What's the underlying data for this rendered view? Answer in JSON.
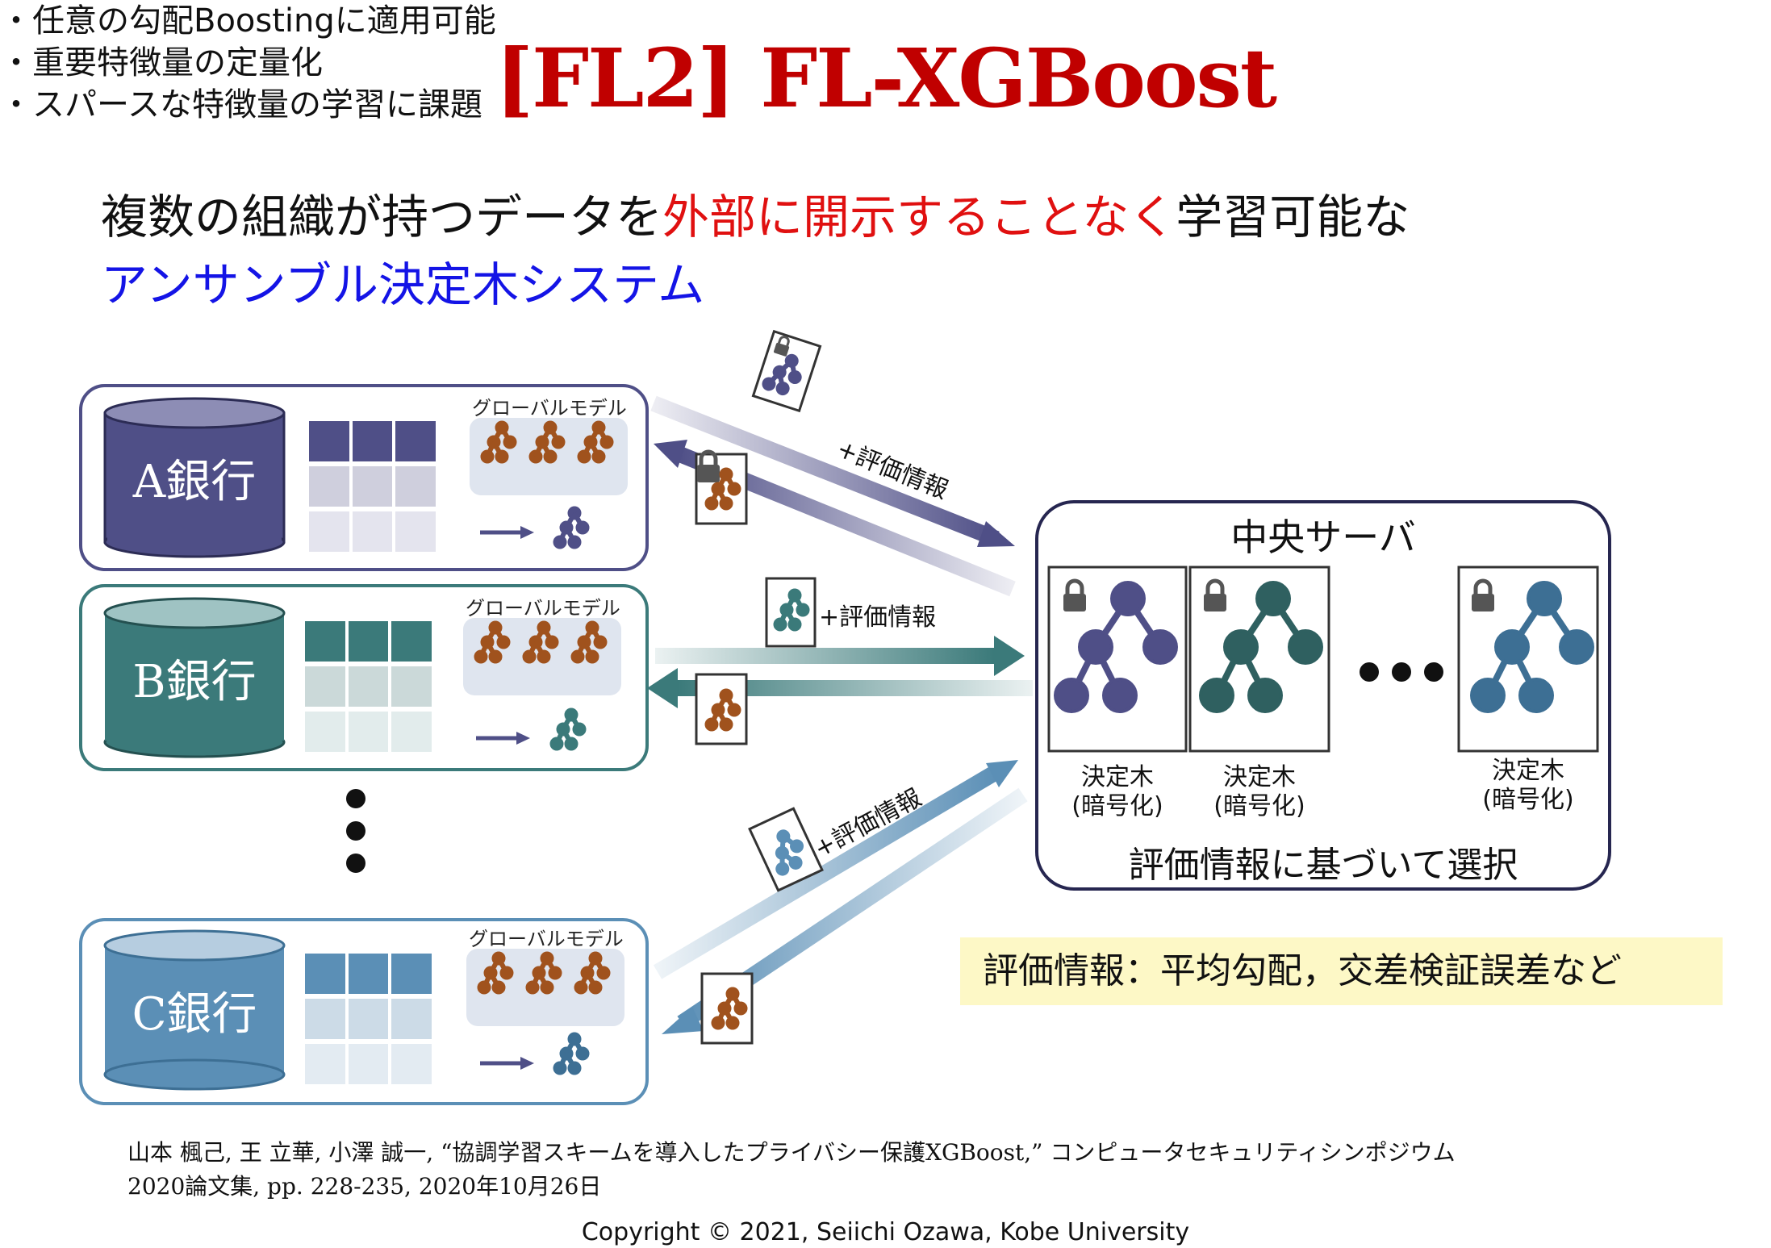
{
  "title": "[FL2] FL-XGBoost",
  "subtitle": {
    "line1_part1": "複数の組織が持つデータを",
    "line1_highlight": "外部に開示することなく",
    "line1_part2": "学習可能な",
    "line2": "アンサンブル決定木システム"
  },
  "features": [
    "・任意の勾配Boostingに適用可能",
    "・重要特徴量の定量化",
    "・スパースな特徴量の学習に課題"
  ],
  "banks": [
    {
      "label": "A銀行",
      "color": "#4f4f87",
      "light": "#cfcfdd",
      "model_label": "グローバルモデル"
    },
    {
      "label": "B銀行",
      "color": "#3b7a7a",
      "light": "#cbd9d9",
      "model_label": "グローバルモデル"
    },
    {
      "label": "C銀行",
      "color": "#5b8fb6",
      "light": "#ccdbe7",
      "model_label": "グローバルモデル"
    }
  ],
  "eval_tag": "+評価情報",
  "server": {
    "title": "中央サーバ",
    "tree_label_line1": "決定木",
    "tree_label_line2": "(暗号化)",
    "caption": "評価情報に基づいて選択"
  },
  "eval_definition": "評価情報：平均勾配，交差検証誤差など",
  "citation": {
    "line1": "山本 楓己, 王 立華, 小澤 誠一, “協調学習スキームを導入したプライバシー保護XGBoost,” コンピュータセキュリティシンポジウム",
    "line2": "2020論文集,  pp. 228-235, 2020年10月26日"
  },
  "copyright": "Copyright © 2021, Seiichi Ozawa, Kobe University",
  "colors": {
    "title": "#c00000",
    "highlight_red": "#e01010",
    "highlight_blue": "#1414e6",
    "global_tree": "#a0521d",
    "server_tree_a": "#4f4f87",
    "server_tree_b": "#2f6060",
    "server_tree_c": "#3d6f94"
  }
}
